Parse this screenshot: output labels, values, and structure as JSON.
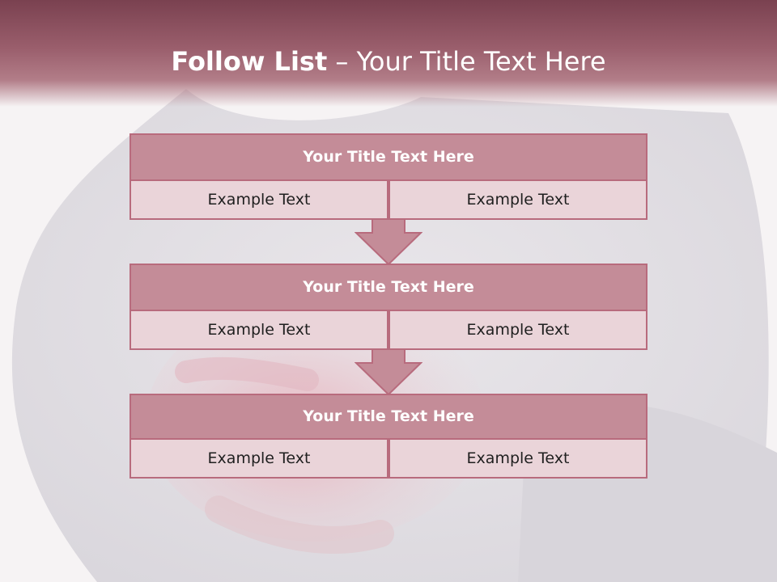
{
  "slide": {
    "title_bold": "Follow List",
    "title_rest": " – Your Title Text Here"
  },
  "steps": [
    {
      "title": "Your Title Text Here",
      "left": "Example Text",
      "right": "Example Text"
    },
    {
      "title": "Your Title Text Here",
      "left": "Example Text",
      "right": "Example Text"
    },
    {
      "title": "Your Title Text Here",
      "left": "Example Text",
      "right": "Example Text"
    }
  ],
  "colors": {
    "header": "#7a4150",
    "block_title_bg": "#c48c98",
    "cell_bg": "#ead4d9",
    "border": "#b86b7d"
  }
}
